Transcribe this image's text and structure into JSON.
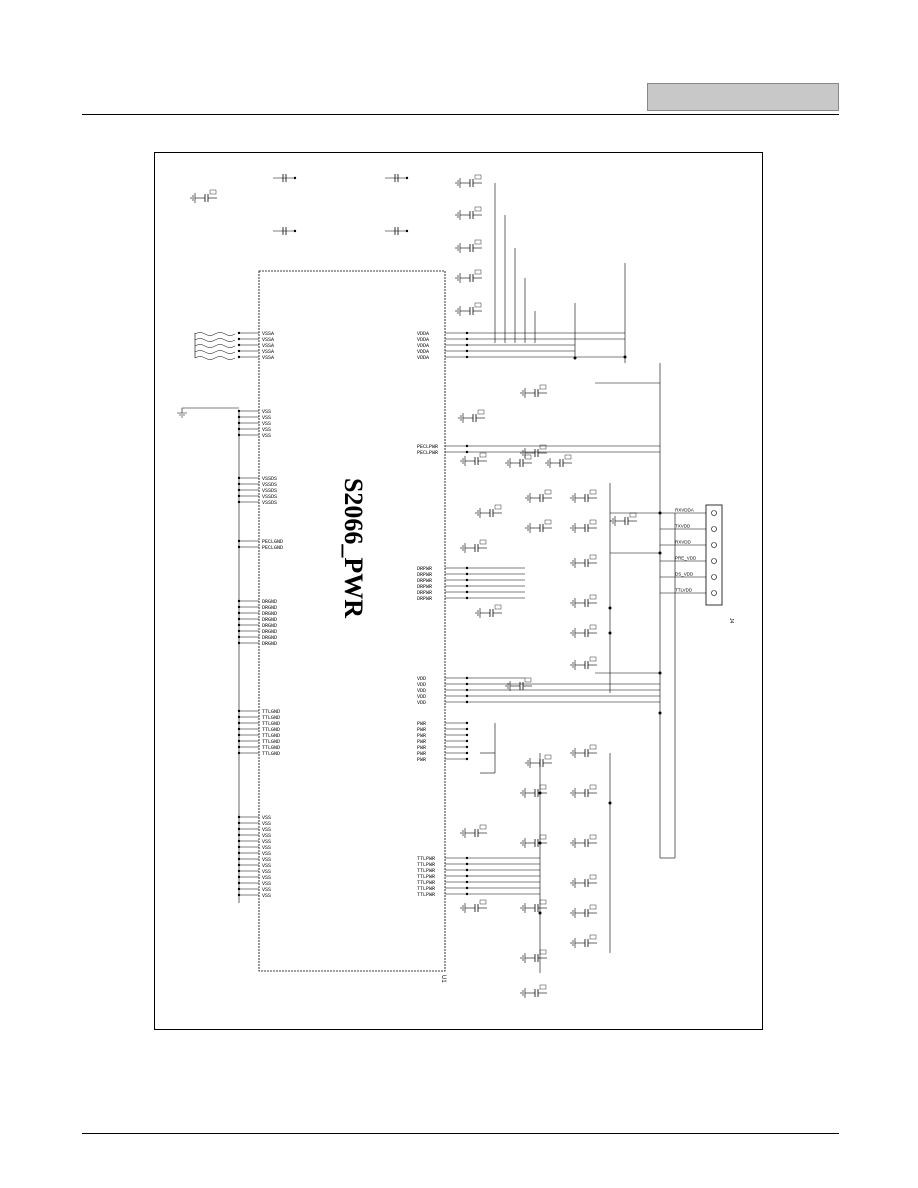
{
  "header": {
    "bar_color": "#c8c8c8"
  },
  "schematic": {
    "chip_title": "S2066_PWR",
    "reference": "U1",
    "connector": "J4",
    "connector_labels": [
      "RXVDDA",
      "TXVDD",
      "RXVDD",
      "PRE_VDD",
      "DS_VDD",
      "TTLVDD"
    ],
    "left_pins_vss": [
      "VSSA",
      "VSSA",
      "VSSA",
      "VSSA",
      "VSSA"
    ],
    "left_pins_group2": [
      "VSS",
      "VSS",
      "VSS",
      "VSS",
      "VSS"
    ],
    "left_pins_group3": [
      "VSSDS",
      "VSSDS",
      "VSSDS",
      "VSSDS",
      "VSSDS"
    ],
    "left_pins_group4": [
      "PECLGND",
      "PECLGND"
    ],
    "left_pins_group5": [
      "DRGND",
      "DRGND",
      "DRGND",
      "DRGND",
      "DRGND",
      "DRGND",
      "DRGND",
      "DRGND"
    ],
    "left_pins_group6": [
      "TTLGND",
      "TTLGND",
      "TTLGND",
      "TTLGND",
      "TTLGND",
      "TTLGND",
      "TTLGND",
      "TTLGND"
    ],
    "left_pins_group7": [
      "VSS",
      "VSS",
      "VSS",
      "VSS",
      "VSS",
      "VSS",
      "VSS",
      "VSS",
      "VSS",
      "VSS",
      "VSS",
      "VSS",
      "VSS",
      "VSS"
    ],
    "right_pins_vdda": [
      "VDDA",
      "VDDA",
      "VDDA",
      "VDDA",
      "VDDA"
    ],
    "right_pins_pecl": [
      "PECLPWR",
      "PECLPWR"
    ],
    "right_pins_dr": [
      "DRPWR",
      "DRPWR",
      "DRPWR",
      "DRPWR",
      "DRPWR",
      "DRPWR"
    ],
    "right_pins_vdd": [
      "VDD",
      "VDD",
      "VDD",
      "VDD",
      "VDD"
    ],
    "right_pins_pwr": [
      "PWR",
      "PWR",
      "PWR",
      "PWR",
      "PWR",
      "PWR",
      "PWR"
    ],
    "right_pins_ttl": [
      "TTLPWR",
      "TTLPWR",
      "TTLPWR",
      "TTLPWR",
      "TTLPWR",
      "TTLPWR",
      "TTLPWR"
    ]
  }
}
